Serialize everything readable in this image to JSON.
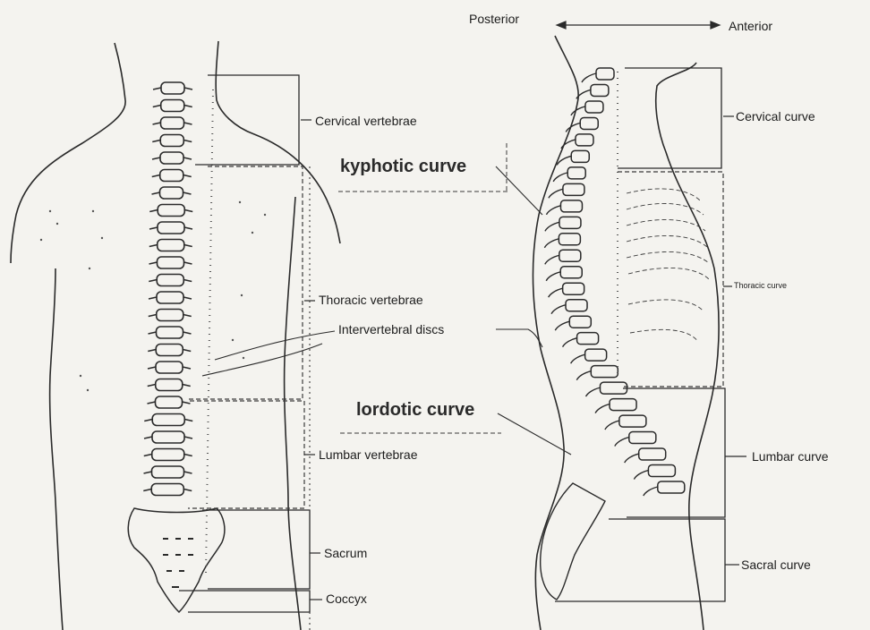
{
  "orientation": {
    "posterior": "Posterior",
    "anterior": "Anterior"
  },
  "posterior_view_labels": {
    "cervical_vertebrae": "Cervical vertebrae",
    "thoracic_vertebrae": "Thoracic vertebrae",
    "intervertebral_discs": "Intervertebral discs",
    "lumbar_vertebrae": "Lumbar vertebrae",
    "sacrum": "Sacrum",
    "coccyx": "Coccyx"
  },
  "curve_annotations": {
    "kyphotic": "kyphotic curve",
    "lordotic": "lordotic curve"
  },
  "lateral_view_labels": {
    "cervical_curve": "Cervical curve",
    "thoracic_curve": "Thoracic curve",
    "lumbar_curve": "Lumbar curve",
    "sacral_curve": "Sacral curve"
  }
}
